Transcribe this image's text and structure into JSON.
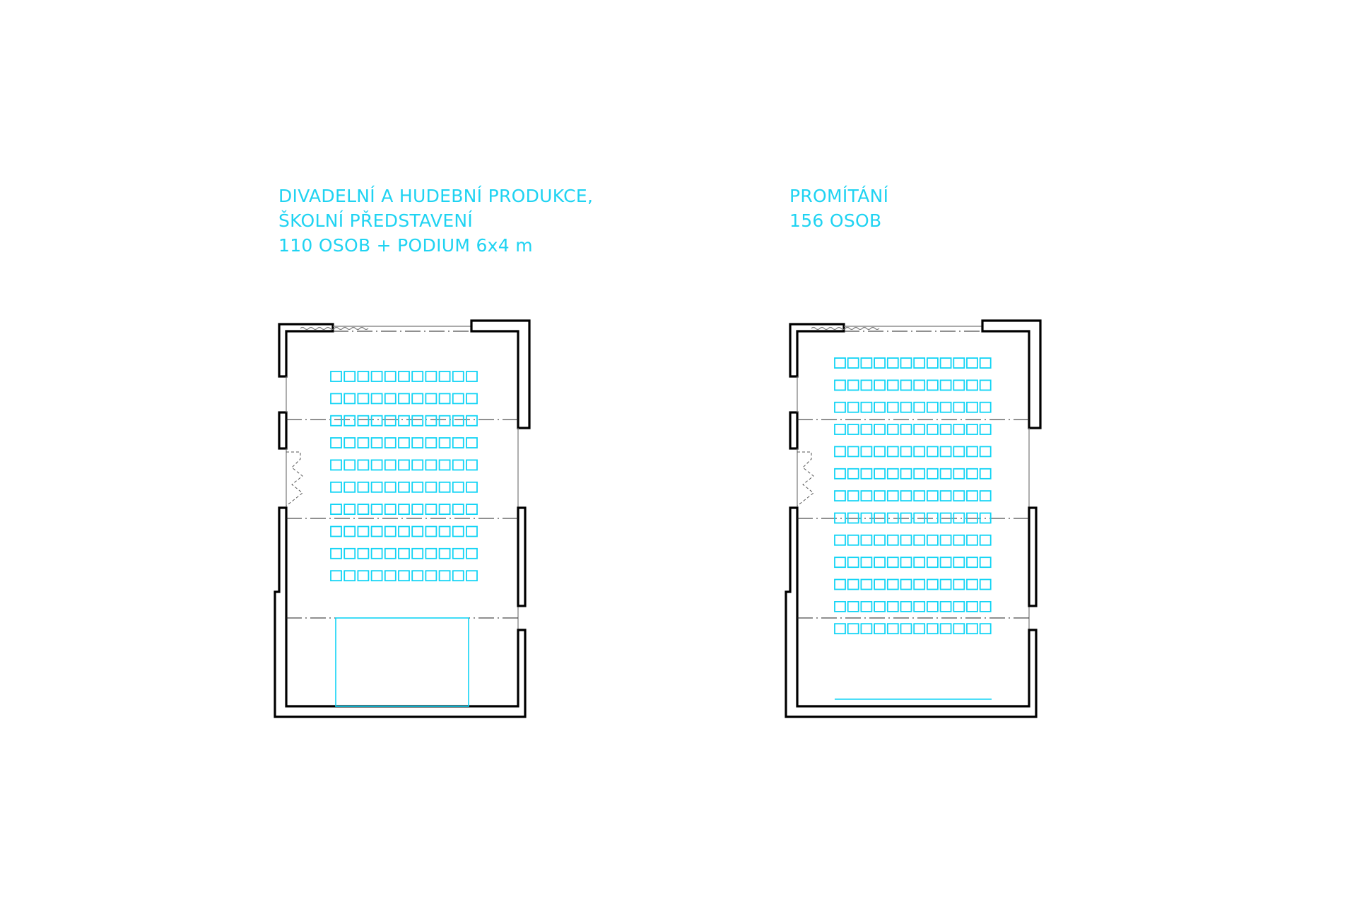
{
  "layouts": [
    {
      "id": "theatre",
      "title_lines": [
        "DIVADELNÍ A HUDEBNÍ PRODUKCE,",
        "ŠKOLNÍ PŘEDSTAVENÍ",
        "110 OSOB + PODIUM 6x4 m"
      ],
      "seat_rows": 10,
      "seat_cols": 11,
      "extra": "podium"
    },
    {
      "id": "cinema",
      "title_lines": [
        "PROMÍTÁNÍ",
        "156 OSOB"
      ],
      "seat_rows": 13,
      "seat_cols": 12,
      "extra": "screen"
    }
  ],
  "colors": {
    "accent": "#12d4f5",
    "walls": "#000000"
  }
}
